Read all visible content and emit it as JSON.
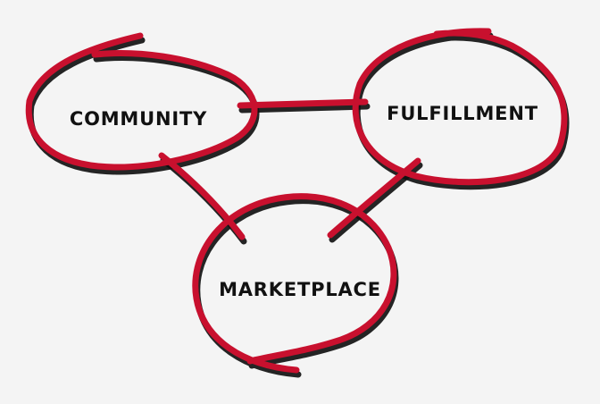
{
  "nodes": [
    {
      "id": "community",
      "label": "COMMUNITY"
    },
    {
      "id": "fulfillment",
      "label": "FULFILLMENT"
    },
    {
      "id": "marketplace",
      "label": "MARKETPLACE"
    }
  ],
  "edges": [
    {
      "from": "community",
      "to": "fulfillment"
    },
    {
      "from": "community",
      "to": "marketplace"
    },
    {
      "from": "fulfillment",
      "to": "marketplace"
    }
  ],
  "colors": {
    "background": "#f4f4f4",
    "stroke": "#c8102e",
    "shadow": "#111111",
    "text": "#111111"
  }
}
